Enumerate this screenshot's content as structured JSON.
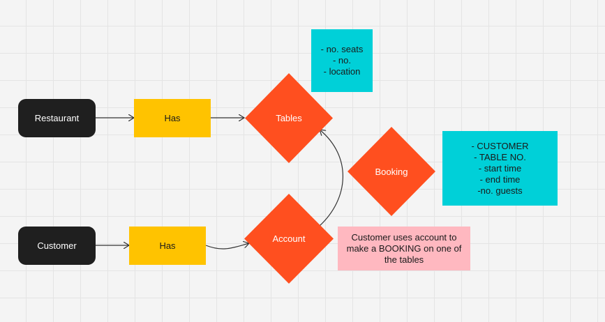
{
  "colors": {
    "entity": "#1f1f1f",
    "relationship_label": "#ffc300",
    "diamond": "#ff4f1f",
    "attribute_note": "#00d0d8",
    "comment_note": "#ffb8c0",
    "edge": "#333333"
  },
  "nodes": {
    "restaurant": "Restaurant",
    "customer": "Customer",
    "has_restaurant": "Has",
    "has_customer": "Has",
    "tables": "Tables",
    "account": "Account",
    "booking": "Booking"
  },
  "notes": {
    "tables_attributes": [
      "- no. seats",
      "- no.",
      "- location"
    ],
    "booking_attributes": [
      "- CUSTOMER",
      "- TABLE NO.",
      "- start time",
      "- end time",
      "-no. guests"
    ],
    "comment": [
      "Customer uses account to",
      "make a BOOKING on one of",
      "the tables"
    ]
  }
}
